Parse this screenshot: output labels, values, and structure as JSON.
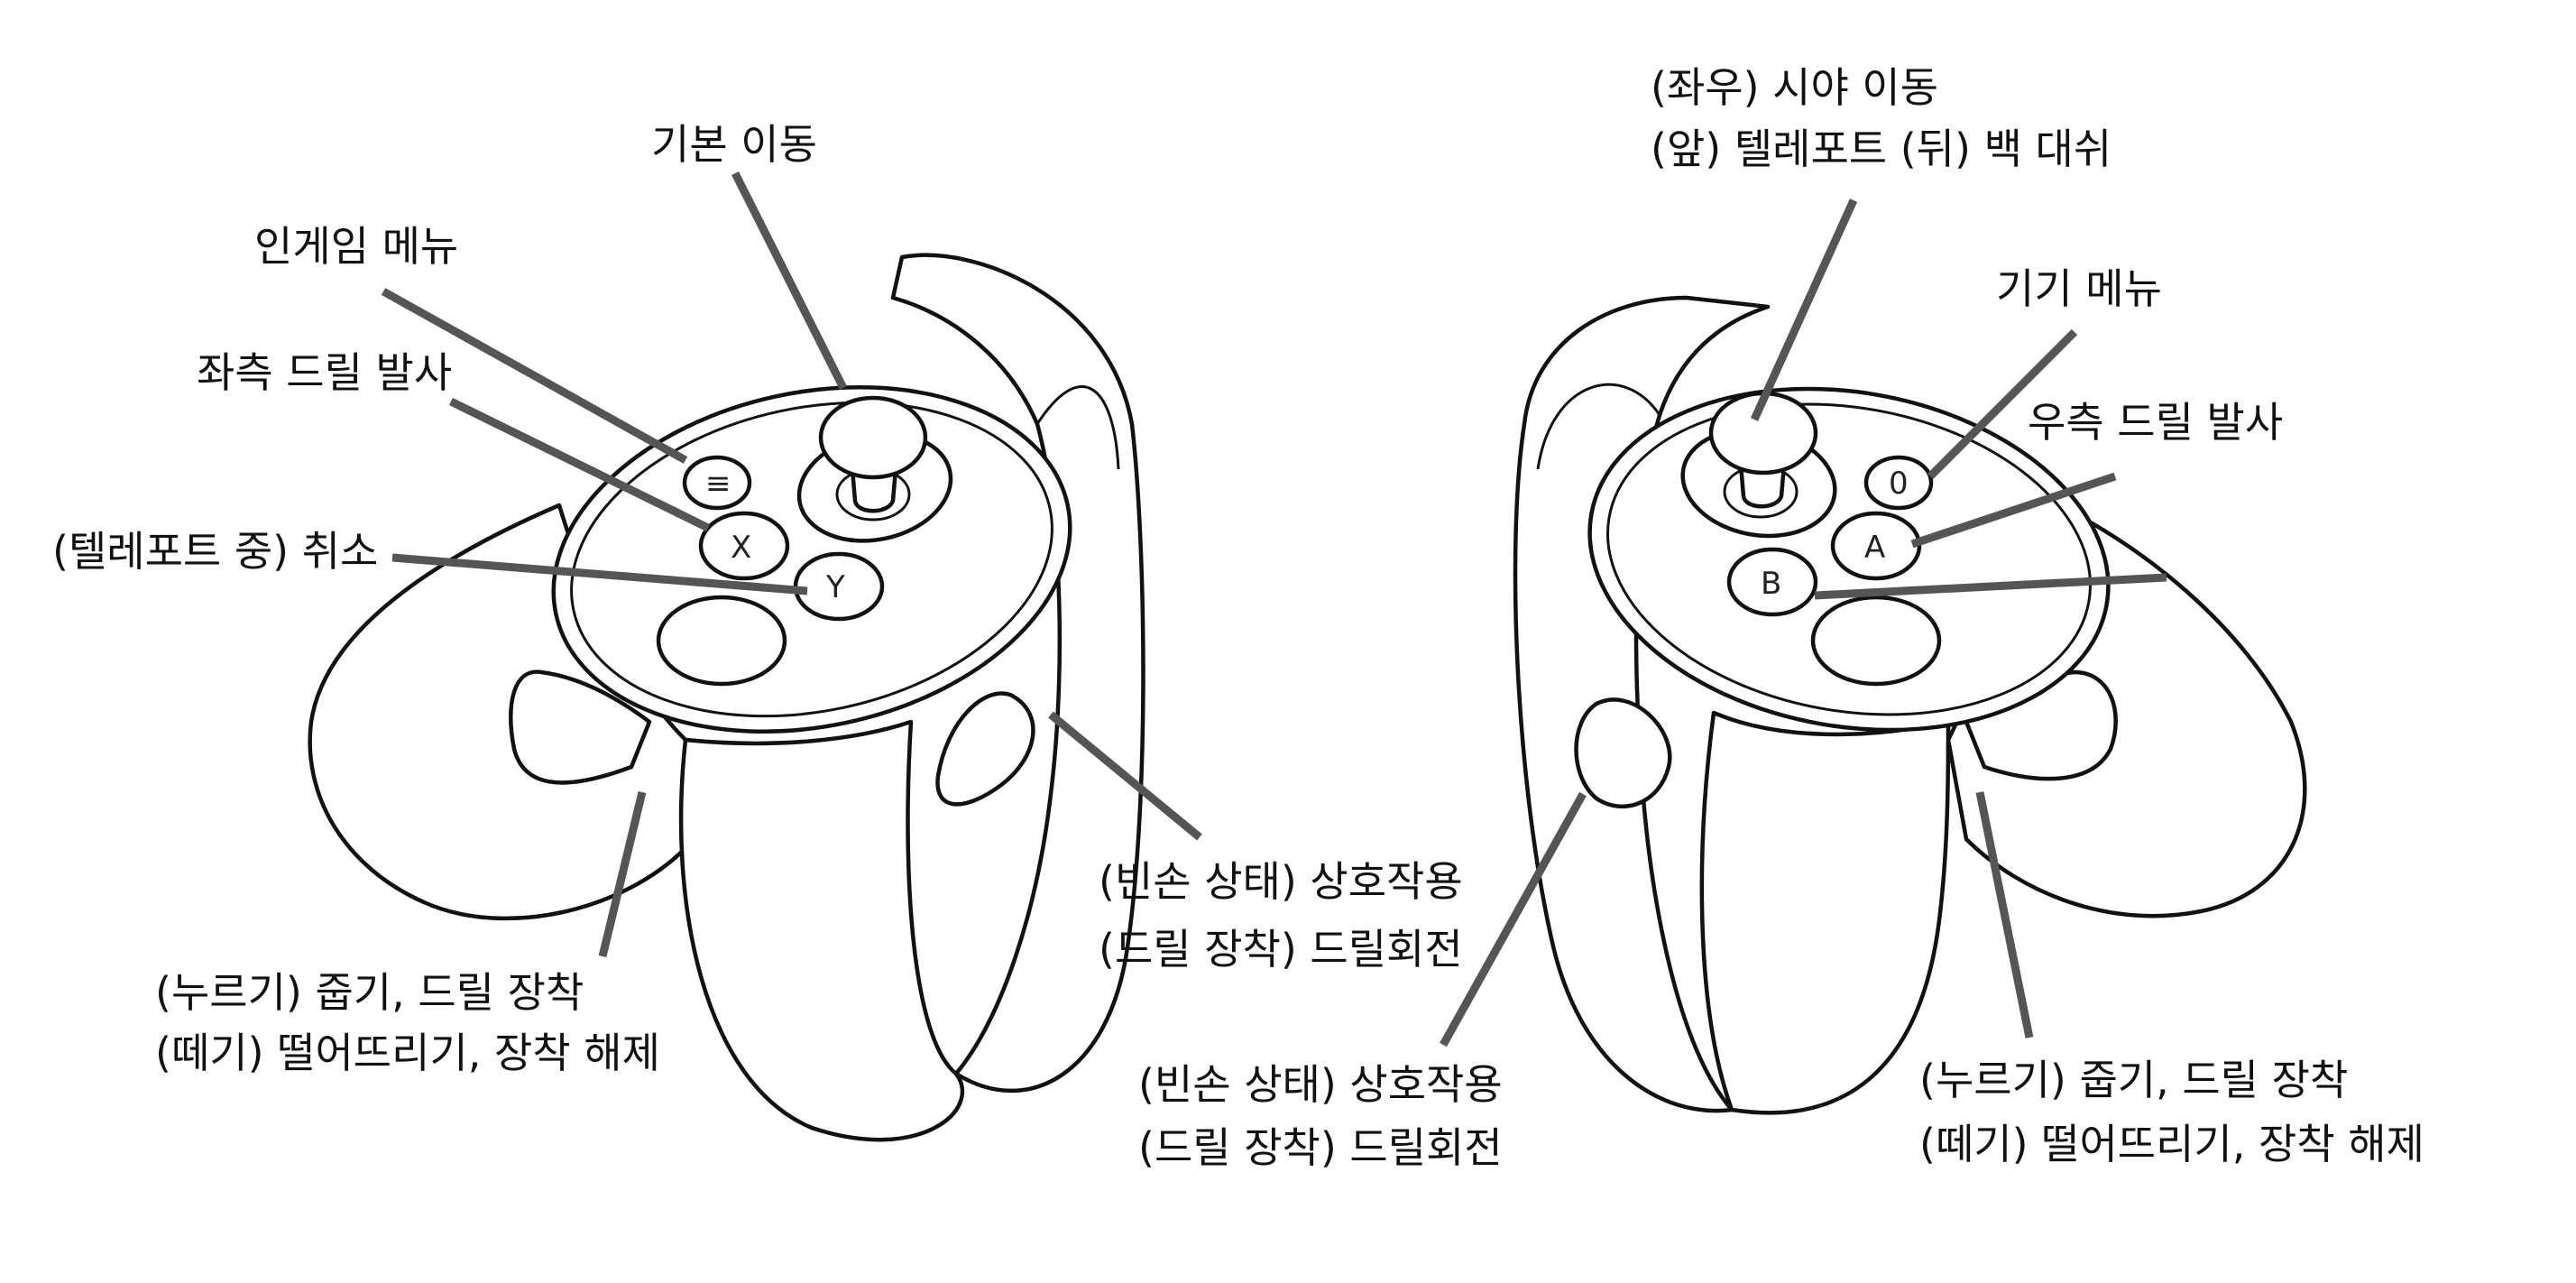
{
  "left_controller": {
    "labels": {
      "basic_move": "기본 이동",
      "ingame_menu": "인게임 메뉴",
      "left_drill_fire": "좌측 드릴 발사",
      "teleport_cancel": "(텔레포트 중) 취소",
      "grip_line1": "(누르기) 줍기, 드릴 장착",
      "grip_line2": "(떼기) 떨어뜨리기, 장착 해제",
      "trigger_line1": "(빈손 상태) 상호작용",
      "trigger_line2": "(드릴 장착) 드릴회전"
    },
    "button_glyphs": {
      "menu": "≡",
      "x": "X",
      "y": "Y"
    }
  },
  "right_controller": {
    "labels": {
      "view_line1": "(좌우) 시야 이동",
      "view_line2": "(앞) 텔레포트 (뒤) 백 대쉬",
      "device_menu": "기기 메뉴",
      "right_drill_fire": "우측 드릴 발사",
      "trigger_line1": "(빈손 상태) 상호작용",
      "trigger_line2": "(드릴 장착) 드릴회전",
      "grip_line1": "(누르기) 줍기, 드릴 장착",
      "grip_line2": "(떼기) 떨어뜨리기, 장착 해제"
    },
    "button_glyphs": {
      "oculus": "0",
      "a": "A",
      "b": "B"
    }
  }
}
